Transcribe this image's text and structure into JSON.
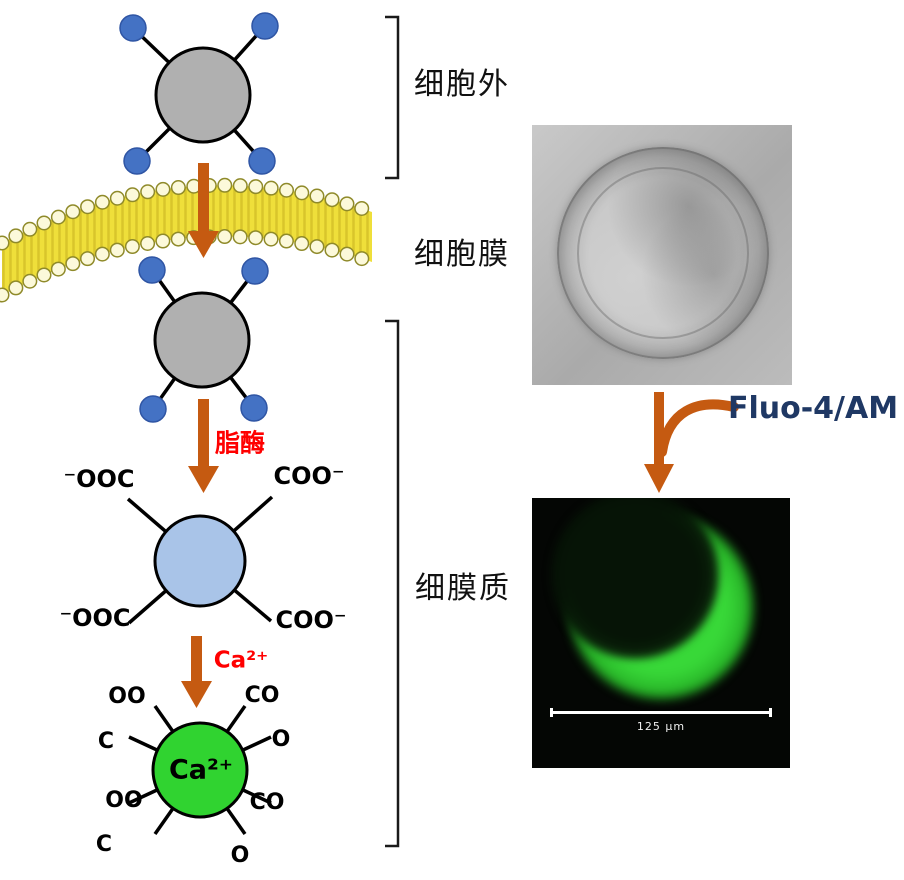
{
  "figure": {
    "region_labels": {
      "extracellular": "细胞外",
      "cell_membrane": "细胞膜",
      "cytoplasm": "细膜质"
    },
    "step_labels": {
      "lipase": "脂酶",
      "calcium_ion": "Ca²⁺"
    },
    "molecules": {
      "bound_center_label": "Ca²⁺",
      "carboxyl_labels": [
        "⁻OOC",
        "COO⁻",
        "⁻OOC",
        "COO⁻"
      ],
      "chelate_labels": [
        "OO",
        "C",
        "CO",
        "O",
        "OO",
        "C",
        "CO",
        "O"
      ]
    },
    "micrographs": {
      "dye_label": "Fluo-4/AM",
      "scale_bar": "125 μm"
    },
    "colors": {
      "arrow_orange": "#C55A11",
      "dye_navy": "#1F3864",
      "step_red": "#FF0000",
      "ester_gray": "#B0B0B0",
      "am_group_blue": "#4472C4",
      "deesterified_blue": "#A9C4E8",
      "calcium_bound_green": "#30D330",
      "membrane_yellow": "#EFDF3A"
    }
  }
}
